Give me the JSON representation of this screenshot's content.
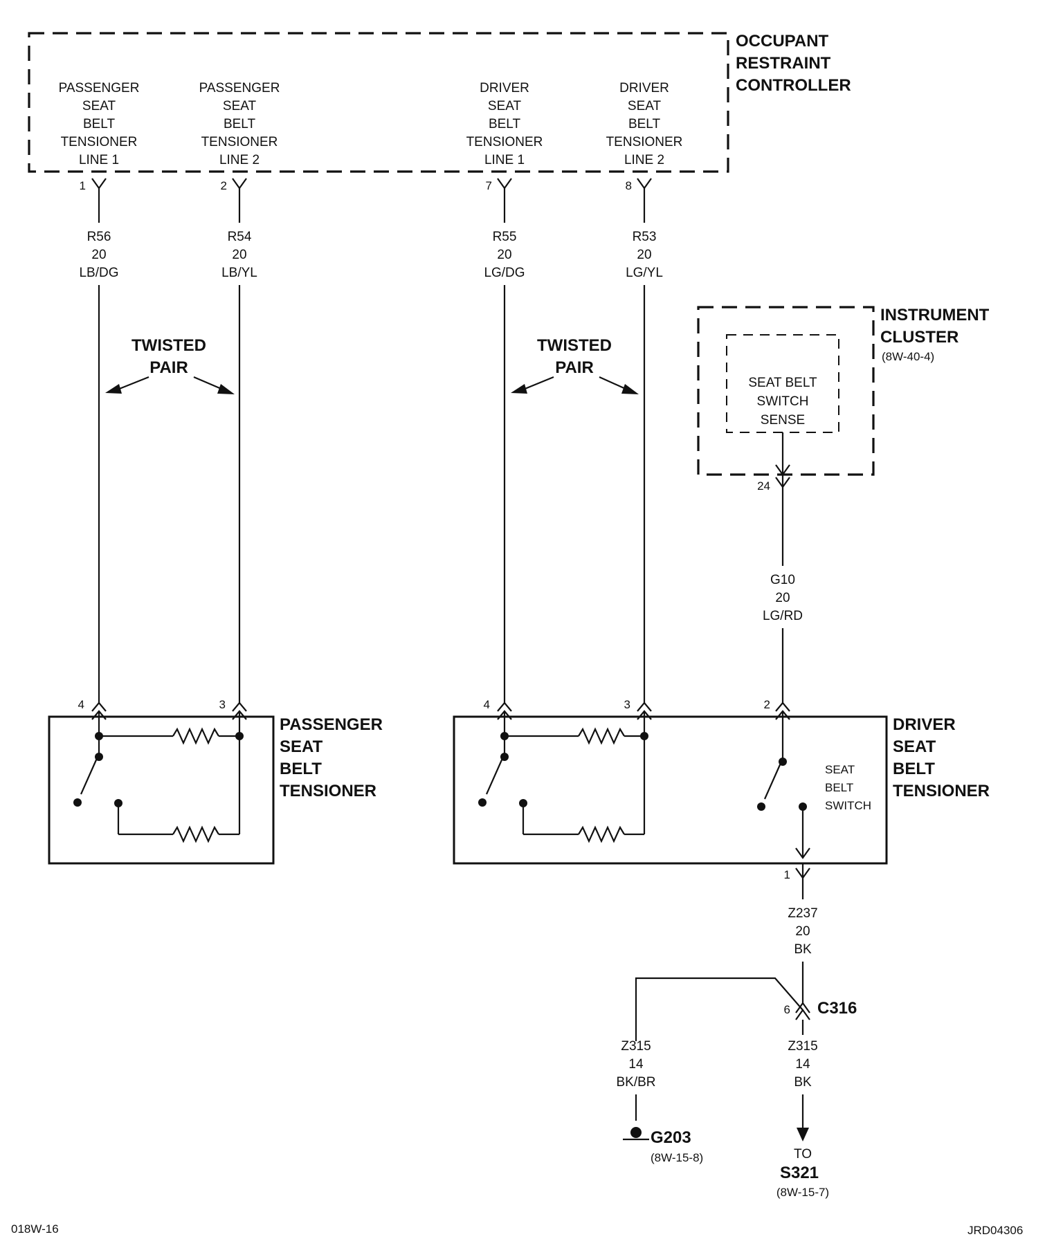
{
  "occupant_restraint_controller": {
    "title": [
      "OCCUPANT",
      "RESTRAINT",
      "CONTROLLER"
    ],
    "terminals": [
      {
        "pin": "1",
        "label": [
          "PASSENGER",
          "SEAT",
          "BELT",
          "TENSIONER",
          "LINE 1"
        ],
        "wire": [
          "R56",
          "20",
          "LB/DG"
        ]
      },
      {
        "pin": "2",
        "label": [
          "PASSENGER",
          "SEAT",
          "BELT",
          "TENSIONER",
          "LINE 2"
        ],
        "wire": [
          "R54",
          "20",
          "LB/YL"
        ]
      },
      {
        "pin": "7",
        "label": [
          "DRIVER",
          "SEAT",
          "BELT",
          "TENSIONER",
          "LINE 1"
        ],
        "wire": [
          "R55",
          "20",
          "LG/DG"
        ]
      },
      {
        "pin": "8",
        "label": [
          "DRIVER",
          "SEAT",
          "BELT",
          "TENSIONER",
          "LINE 2"
        ],
        "wire": [
          "R53",
          "20",
          "LG/YL"
        ]
      }
    ]
  },
  "twisted_pair_label": [
    "TWISTED",
    "PAIR"
  ],
  "instrument_cluster": {
    "title": [
      "INSTRUMENT",
      "CLUSTER"
    ],
    "ref": "(8W-40-4)",
    "inner_label": [
      "SEAT BELT",
      "SWITCH",
      "SENSE"
    ],
    "pin": "24",
    "wire": [
      "G10",
      "20",
      "LG/RD"
    ]
  },
  "passenger_tensioner": {
    "title": [
      "PASSENGER",
      "SEAT",
      "BELT",
      "TENSIONER"
    ],
    "pins": [
      "4",
      "3"
    ]
  },
  "driver_tensioner": {
    "title": [
      "DRIVER",
      "SEAT",
      "BELT",
      "TENSIONER"
    ],
    "pins": [
      "4",
      "3",
      "2",
      "1"
    ],
    "switch_label": [
      "SEAT",
      "BELT",
      "SWITCH"
    ]
  },
  "ground_circuit": {
    "wire_z237": [
      "Z237",
      "20",
      "BK"
    ],
    "connector": "C316",
    "connector_pin": "6",
    "wire_left": [
      "Z315",
      "14",
      "BK/BR"
    ],
    "wire_right": [
      "Z315",
      "14",
      "BK"
    ],
    "ground": "G203",
    "ground_ref": "(8W-15-8)",
    "to_label": "TO",
    "splice": "S321",
    "splice_ref": "(8W-15-7)"
  },
  "footer": {
    "left": "018W-16",
    "right": "JRD04306"
  }
}
